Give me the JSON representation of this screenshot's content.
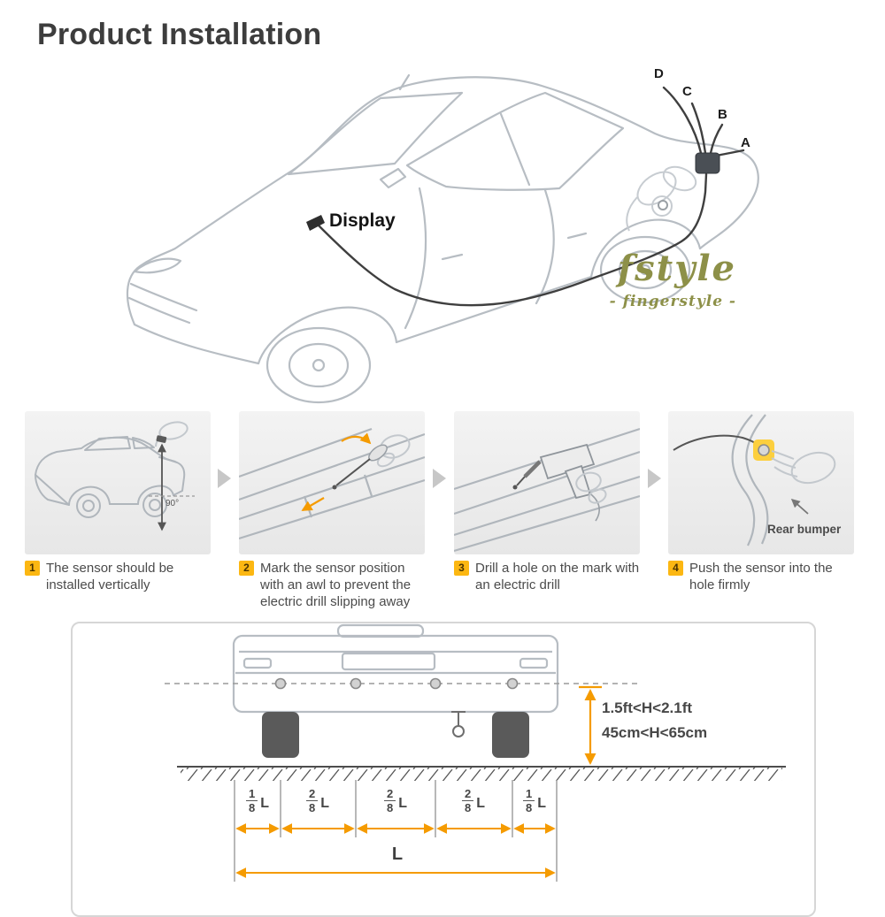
{
  "page": {
    "title": "Product Installation"
  },
  "watermark": {
    "brand": "fstyle",
    "sub": "- fingerstyle -"
  },
  "main_diagram": {
    "display_label": "Display",
    "wire_labels": [
      "D",
      "C",
      "B",
      "A"
    ]
  },
  "steps": [
    {
      "num": "1",
      "text": "The sensor should be installed vertically",
      "annotation": "90°"
    },
    {
      "num": "2",
      "text": "Mark the sensor position with an awl to prevent the electric drill slipping away"
    },
    {
      "num": "3",
      "text": "Drill a hole on the mark with an electric drill"
    },
    {
      "num": "4",
      "text": "Push the sensor into the hole firmly",
      "annotation": "Rear bumper"
    }
  ],
  "measurements": {
    "height_ft": "1.5ft<H<2.1ft",
    "height_cm": "45cm<H<65cm",
    "segments": [
      {
        "num": "1",
        "den": "8",
        "unit": "L"
      },
      {
        "num": "2",
        "den": "8",
        "unit": "L"
      },
      {
        "num": "2",
        "den": "8",
        "unit": "L"
      },
      {
        "num": "2",
        "den": "8",
        "unit": "L"
      },
      {
        "num": "1",
        "den": "8",
        "unit": "L"
      }
    ],
    "total": "L"
  },
  "colors": {
    "accent_orange": "#F59B00",
    "badge_yellow": "#FCB712",
    "watermark_olive": "#8D9048",
    "line_art_gray": "#B7BDC3"
  }
}
